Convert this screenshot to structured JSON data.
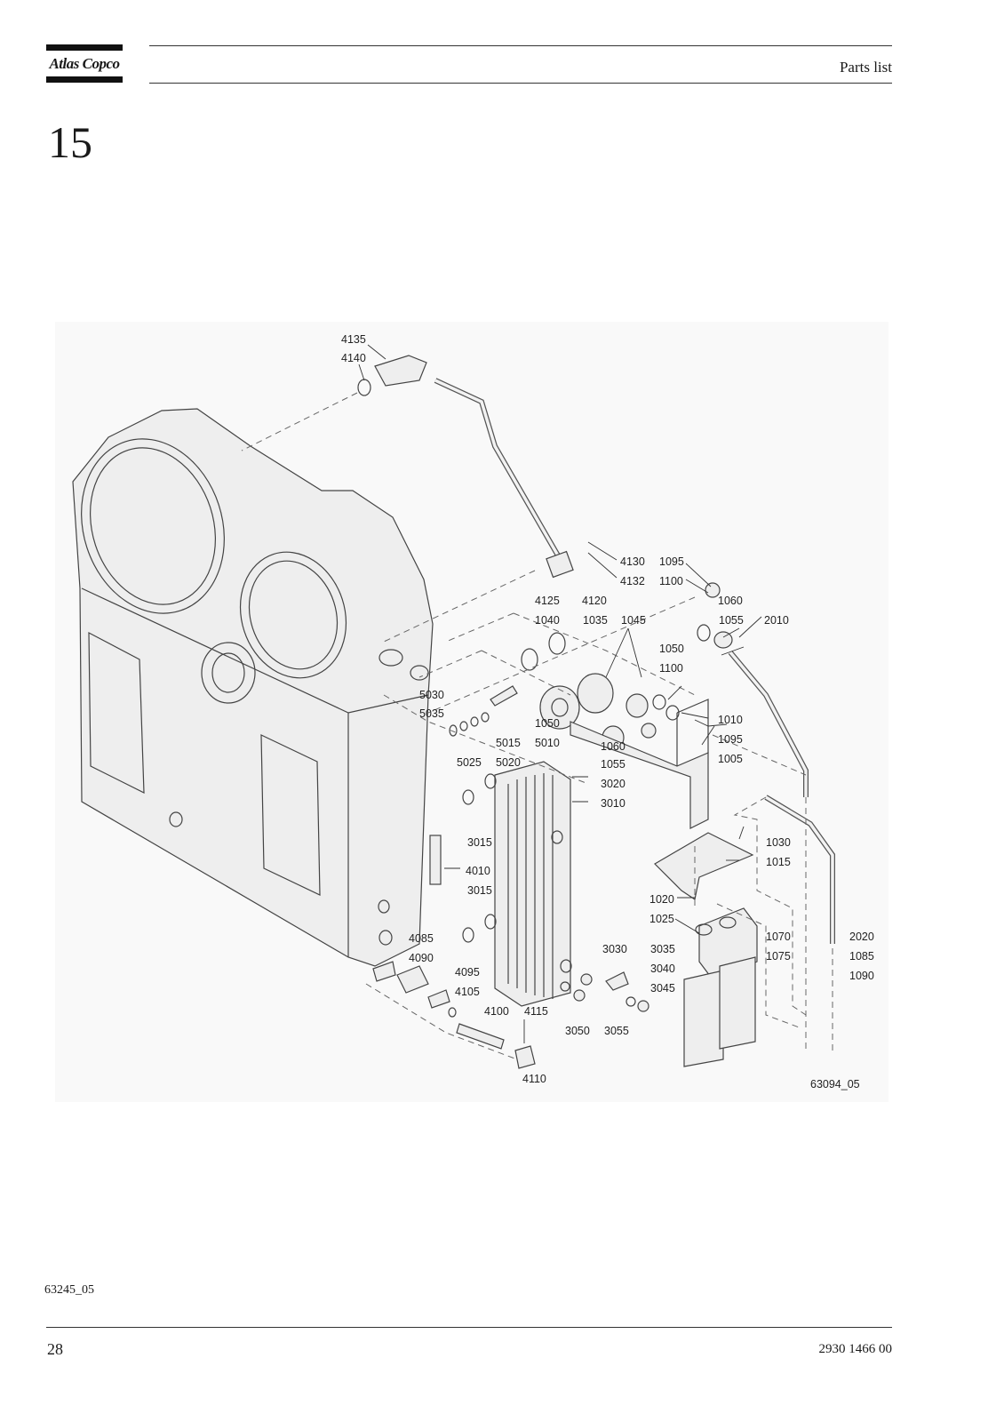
{
  "header": {
    "brand": "Atlas Copco",
    "title": "Parts list"
  },
  "section_number": "15",
  "diagram": {
    "drawing_code": "63094_05",
    "part_labels": [
      "4135",
      "4140",
      "4130",
      "4132",
      "1095",
      "1100",
      "4125",
      "4120",
      "1060",
      "1040",
      "1035",
      "1045",
      "1055",
      "2010",
      "1050",
      "1100",
      "1010",
      "5030",
      "5035",
      "1050",
      "1095",
      "5015",
      "5010",
      "1005",
      "5025",
      "5020",
      "1060",
      "1055",
      "3020",
      "3010",
      "3015",
      "1030",
      "1015",
      "4010",
      "3015",
      "1020",
      "1025",
      "1070",
      "2020",
      "1075",
      "1085",
      "1090",
      "4085",
      "4090",
      "3030",
      "3035",
      "3040",
      "4095",
      "3045",
      "4105",
      "4100",
      "4115",
      "3050",
      "3055",
      "4110"
    ]
  },
  "footer": {
    "figure_code": "63245_05",
    "page_number": "28",
    "document_number": "2930 1466 00"
  },
  "colors": {
    "text": "#1a1a1a",
    "line": "#333333",
    "diagram_bg": "#f9f9f9"
  }
}
